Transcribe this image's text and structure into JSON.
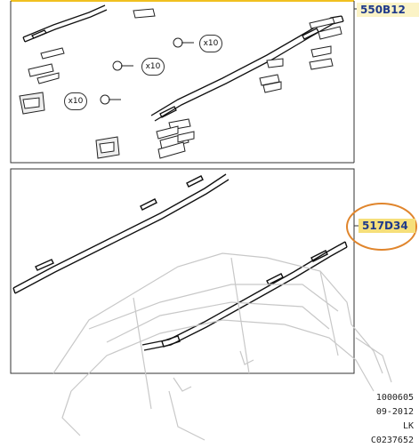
{
  "labels": {
    "top_group": "550B12",
    "middle_group": "517D34"
  },
  "quantities": {
    "clip_a": "x10",
    "clip_b": "x10",
    "clip_c": "x10"
  },
  "footer": {
    "line1": "1000605",
    "line2": "09-2012",
    "line3": "LK",
    "line4": "C0237652"
  },
  "colors": {
    "label_text": "#1f3a8a",
    "label_top_bg": "#fbf3c6",
    "label_mid_bg": "#f6df7a",
    "callout": "#e0852c",
    "frame_top_border": "#f0c020",
    "car_outline": "#c8c8c8"
  }
}
